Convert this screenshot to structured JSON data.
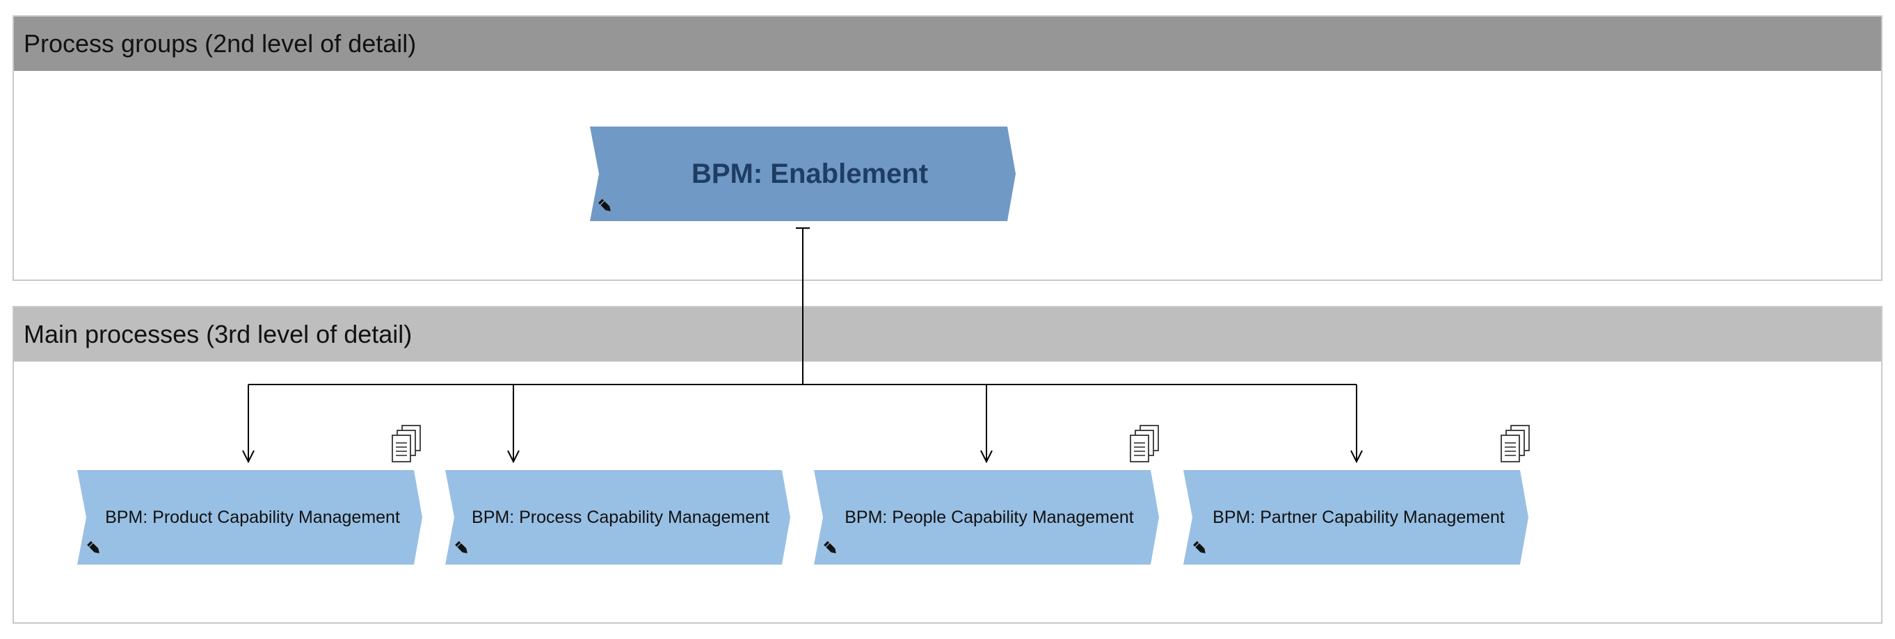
{
  "lanes": {
    "process_groups": {
      "title": "Process groups (2nd level of detail)"
    },
    "main_processes": {
      "title": "Main processes (3rd level of detail)"
    }
  },
  "root": {
    "label": "BPM: Enablement",
    "icon": "pencil-icon"
  },
  "children": [
    {
      "label": "BPM: Product Capability Management",
      "has_documents": true,
      "icon": "pencil-icon"
    },
    {
      "label": "BPM: Process Capability Management",
      "has_documents": false,
      "icon": "pencil-icon"
    },
    {
      "label": "BPM: People Capability Management",
      "has_documents": true,
      "icon": "pencil-icon"
    },
    {
      "label": "BPM: Partner Capability Management",
      "has_documents": true,
      "icon": "pencil-icon"
    }
  ],
  "colors": {
    "lane1_header": "#969696",
    "lane2_header": "#bebebe",
    "root_fill": "#7099c6",
    "root_text": "#1f3d63",
    "child_fill": "#98c0e4",
    "connector": "#000000"
  }
}
